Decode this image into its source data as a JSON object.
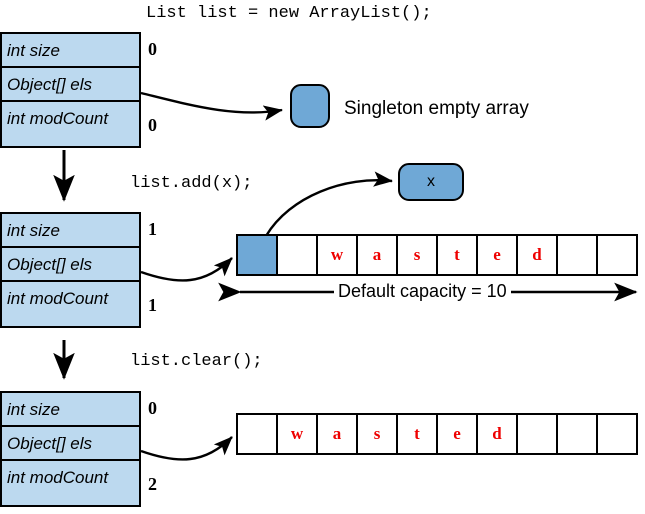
{
  "diagram": {
    "title_code": "List list = new ArrayList();",
    "steps": [
      {
        "code": "List list = new ArrayList();",
        "fields": [
          {
            "name": "int size",
            "value": "0"
          },
          {
            "name": "Object[] els",
            "value": ""
          },
          {
            "name": "int modCount",
            "value": "0"
          }
        ],
        "target_label": "Singleton empty array",
        "node_text": ""
      },
      {
        "code": "list.add(x);",
        "fields": [
          {
            "name": "int size",
            "value": "1"
          },
          {
            "name": "Object[] els",
            "value": ""
          },
          {
            "name": "int modCount",
            "value": "1"
          }
        ],
        "node_text": "x",
        "capacity_label": "Default capacity = 10",
        "cells": [
          {
            "text": "",
            "filled": true
          },
          {
            "text": "",
            "filled": false
          },
          {
            "text": "w",
            "filled": false
          },
          {
            "text": "a",
            "filled": false
          },
          {
            "text": "s",
            "filled": false
          },
          {
            "text": "t",
            "filled": false
          },
          {
            "text": "e",
            "filled": false
          },
          {
            "text": "d",
            "filled": false
          },
          {
            "text": "",
            "filled": false
          },
          {
            "text": "",
            "filled": false
          }
        ]
      },
      {
        "code": "list.clear();",
        "fields": [
          {
            "name": "int size",
            "value": "0"
          },
          {
            "name": "Object[] els",
            "value": ""
          },
          {
            "name": "int modCount",
            "value": "2"
          }
        ],
        "cells": [
          {
            "text": "",
            "filled": false
          },
          {
            "text": "w",
            "filled": false
          },
          {
            "text": "a",
            "filled": false
          },
          {
            "text": "s",
            "filled": false
          },
          {
            "text": "t",
            "filled": false
          },
          {
            "text": "e",
            "filled": false
          },
          {
            "text": "d",
            "filled": false
          },
          {
            "text": "",
            "filled": false
          },
          {
            "text": "",
            "filled": false
          },
          {
            "text": "",
            "filled": false
          }
        ]
      }
    ],
    "colors": {
      "struct_fill": "#bcd9ef",
      "node_fill": "#6fa8d6",
      "wasted_text": "#ee0000",
      "stroke": "#000000"
    }
  }
}
